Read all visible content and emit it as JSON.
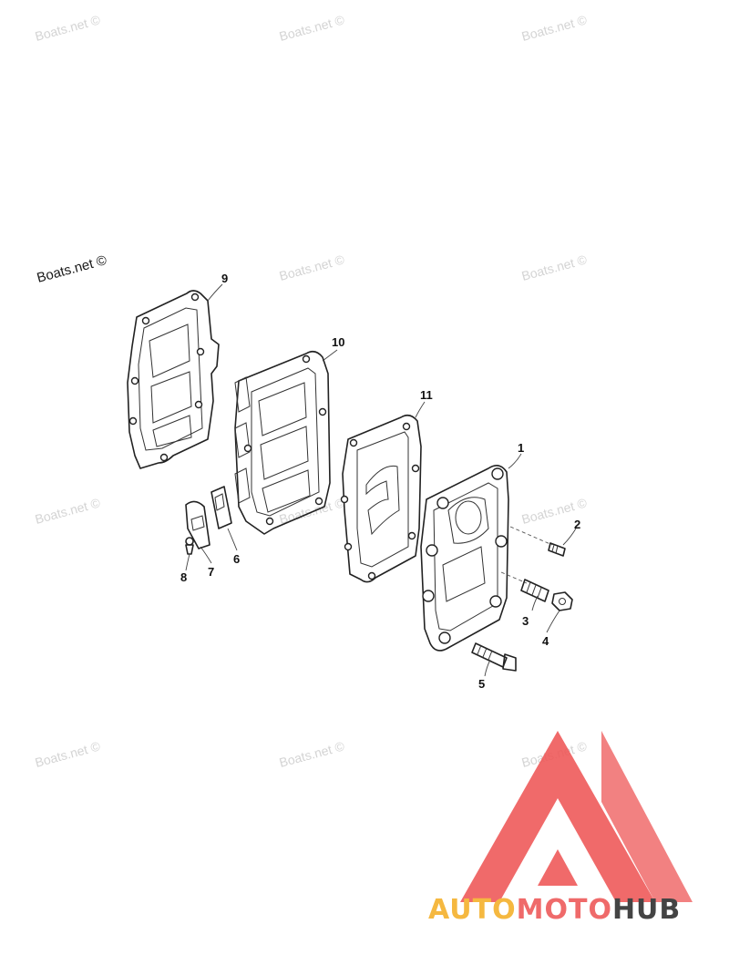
{
  "watermarks": {
    "text": "Boats.net ©",
    "text_dark": "Boats.net ©"
  },
  "part_numbers": [
    "1",
    "2",
    "3",
    "4",
    "5",
    "6",
    "7",
    "8",
    "9",
    "10",
    "11"
  ],
  "logo": {
    "part1": "AUTO",
    "part2": "MOTO",
    "part3": "HUB",
    "colors": {
      "auto": "#f5b840",
      "moto": "#ef6a6a",
      "hub": "#444444",
      "triangle": "#ef5a5a"
    }
  }
}
